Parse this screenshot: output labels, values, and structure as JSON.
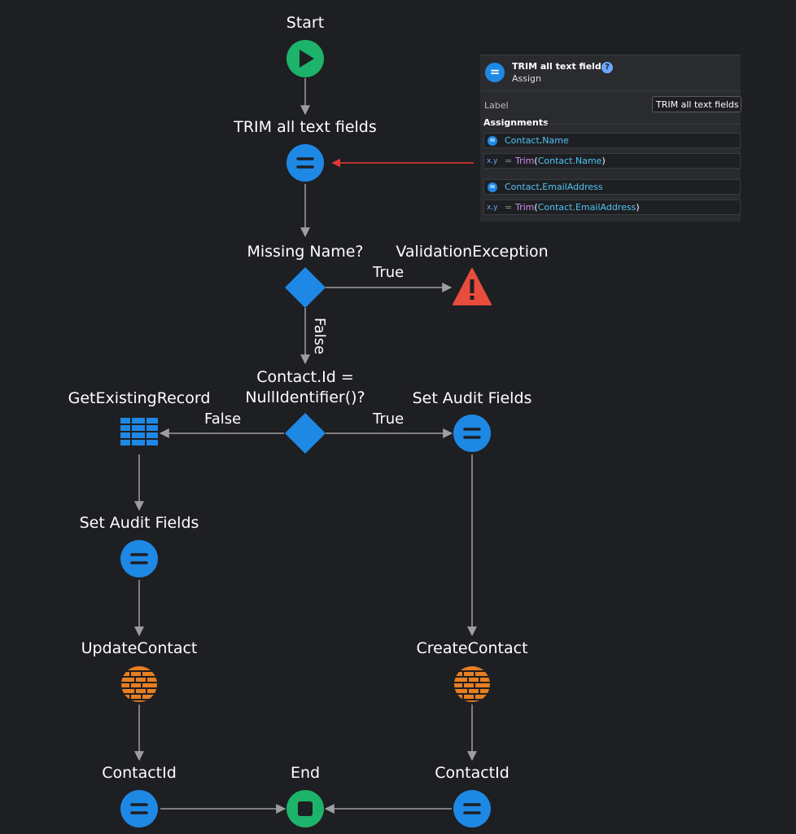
{
  "nodes": {
    "start": {
      "label": "Start",
      "icon": "play-icon"
    },
    "trim": {
      "label": "TRIM all text fields",
      "icon": "assign-icon"
    },
    "missing_name": {
      "label": "Missing Name?",
      "icon": "decision-icon"
    },
    "validation": {
      "label": "ValidationException",
      "icon": "warning-icon"
    },
    "contact_id_check": {
      "label_line1": "Contact.Id =",
      "label_line2": "NullIdentifier()?",
      "icon": "decision-icon"
    },
    "get_existing": {
      "label": "GetExistingRecord",
      "icon": "aggregate-icon"
    },
    "set_audit_left": {
      "label": "Set Audit Fields",
      "icon": "assign-icon"
    },
    "set_audit_right": {
      "label": "Set Audit Fields",
      "icon": "assign-icon"
    },
    "update_contact": {
      "label": "UpdateContact",
      "icon": "entity-action-icon"
    },
    "create_contact": {
      "label": "CreateContact",
      "icon": "entity-action-icon"
    },
    "contact_id_left": {
      "label": "ContactId",
      "icon": "assign-icon"
    },
    "contact_id_right": {
      "label": "ContactId",
      "icon": "assign-icon"
    },
    "end": {
      "label": "End",
      "icon": "stop-icon"
    }
  },
  "edges": {
    "missing_true": "True",
    "missing_false": "False",
    "check_false": "False",
    "check_true": "True"
  },
  "panel": {
    "title": "TRIM all text fields",
    "help": "?",
    "subtitle": "Assign",
    "label_caption": "Label",
    "label_value": "TRIM all text fields",
    "assignments_caption": "Assignments",
    "assignments": [
      {
        "var_obj": "Contact",
        "var_attr": "Name",
        "fn": "Trim",
        "arg": "Contact.Name"
      },
      {
        "var_obj": "Contact",
        "var_attr": "EmailAddress",
        "fn": "Trim",
        "arg": "Contact.EmailAddress"
      }
    ],
    "eq": "=",
    "xy": "x.y"
  },
  "colors": {
    "background": "#1e1f22",
    "assign": "#1e88e5",
    "start_end": "#1db36a",
    "decision": "#1e88e5",
    "warning": "#e74c3c",
    "entity": "#e67e22",
    "connector": "#9e9e9e",
    "pointer": "#e53935"
  }
}
